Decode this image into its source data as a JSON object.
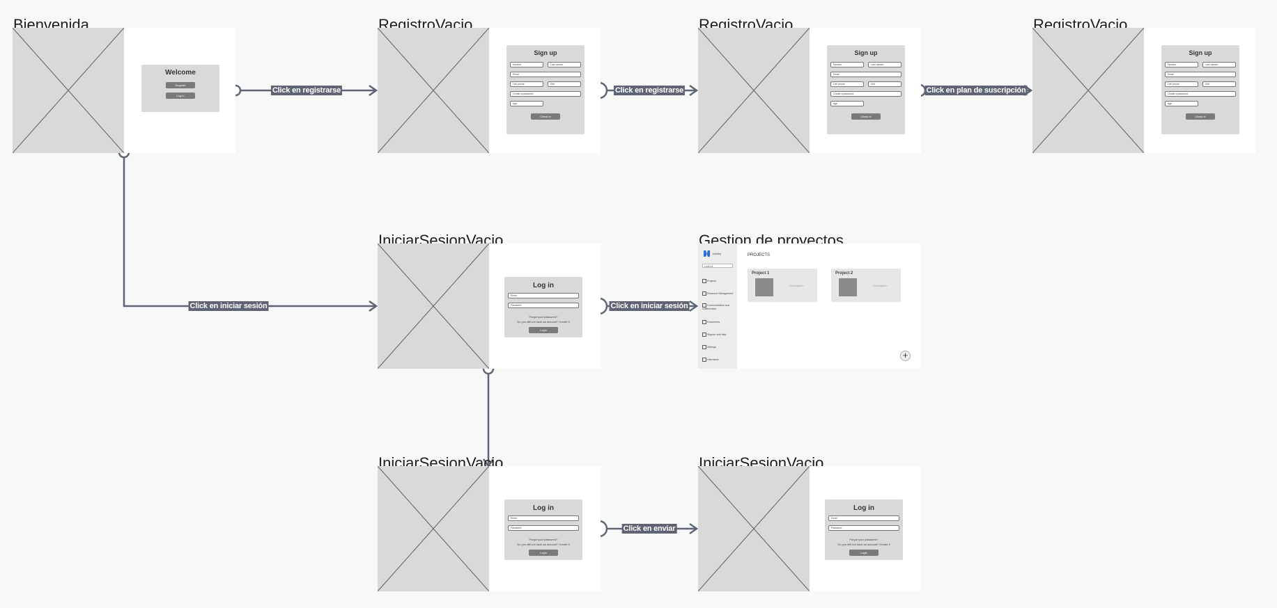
{
  "colors": {
    "canvas_bg": "#f7f9f9",
    "placeholder": "#d9d9d9",
    "edge": "#5d6575",
    "card": "#d9d9d9",
    "button": "#7a7a7a"
  },
  "frames": [
    {
      "id": "bienvenida",
      "title": "Bienvenida",
      "card": "welcome"
    },
    {
      "id": "registro1",
      "title": "RegistroVacio",
      "card": "signup"
    },
    {
      "id": "registro2",
      "title": "RegistroVacio",
      "card": "signup"
    },
    {
      "id": "registro3",
      "title": "RegistroVacio",
      "card": "signup"
    },
    {
      "id": "login1",
      "title": "IniciarSesionVacio",
      "card": "login"
    },
    {
      "id": "gestion",
      "title": "Gestion de proyectos",
      "card": "projects"
    },
    {
      "id": "login2",
      "title": "IniciarSesionVacio",
      "card": "login"
    },
    {
      "id": "login3",
      "title": "IniciarSesionVacio",
      "card": "login"
    }
  ],
  "welcome": {
    "title": "Welcome",
    "register_label": "Register",
    "login_label": "Log in"
  },
  "signup": {
    "title": "Sign up",
    "name_placeholder": "Nombre",
    "lastname_placeholder": "Last names",
    "email_placeholder": "Email",
    "cellphone_placeholder": "Cell phone",
    "dni_placeholder": "DNI",
    "password_placeholder": "Create a password",
    "age_placeholder": "Age",
    "submit_label": "Check in"
  },
  "login": {
    "title": "Log in",
    "email_placeholder": "Email",
    "password_placeholder": "Password",
    "forgot_text": "Forgot your password?",
    "no_account_text": "Do you still not have an account? Create it",
    "submit_label": "Login"
  },
  "projects": {
    "brand": "Iclosky",
    "search_placeholder": "Look for",
    "heading": "PROJECTS",
    "nav": [
      {
        "label": "Projects",
        "icon": "folder-icon"
      },
      {
        "label": "Resource Management",
        "icon": "resource-icon"
      },
      {
        "label": "Communication and collaboration",
        "icon": "chat-icon"
      },
      {
        "label": "Documents",
        "icon": "document-icon"
      },
      {
        "label": "Support and help",
        "icon": "help-icon"
      },
      {
        "label": "Settings",
        "icon": "gear-icon"
      },
      {
        "label": "Username",
        "icon": "user-icon"
      }
    ],
    "cards": [
      {
        "title": "Project 1",
        "description": "Description"
      },
      {
        "title": "Project 2",
        "description": "Description"
      }
    ],
    "add_label": "+"
  },
  "edges": [
    {
      "id": "e1",
      "label": "Click en registrarse"
    },
    {
      "id": "e2",
      "label": "Click en registrarse"
    },
    {
      "id": "e3",
      "label": "Click en plan de suscripción"
    },
    {
      "id": "e4",
      "label": "Click en iniciar sesión"
    },
    {
      "id": "e5",
      "label": "Click en iniciar sesión"
    },
    {
      "id": "e6",
      "label": ""
    },
    {
      "id": "e7",
      "label": "Click en enviar"
    }
  ]
}
